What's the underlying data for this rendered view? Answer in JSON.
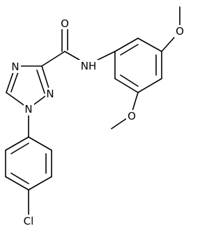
{
  "molecule": {
    "labels": {
      "carbonyl_oxygen": "O",
      "amide_nh": "NH",
      "triazole_n4": "N",
      "triazole_n2": "N",
      "triazole_n1": "N",
      "methoxy_top_o": "O",
      "methoxy_bottom_o": "O",
      "chlorine": "Cl"
    }
  }
}
